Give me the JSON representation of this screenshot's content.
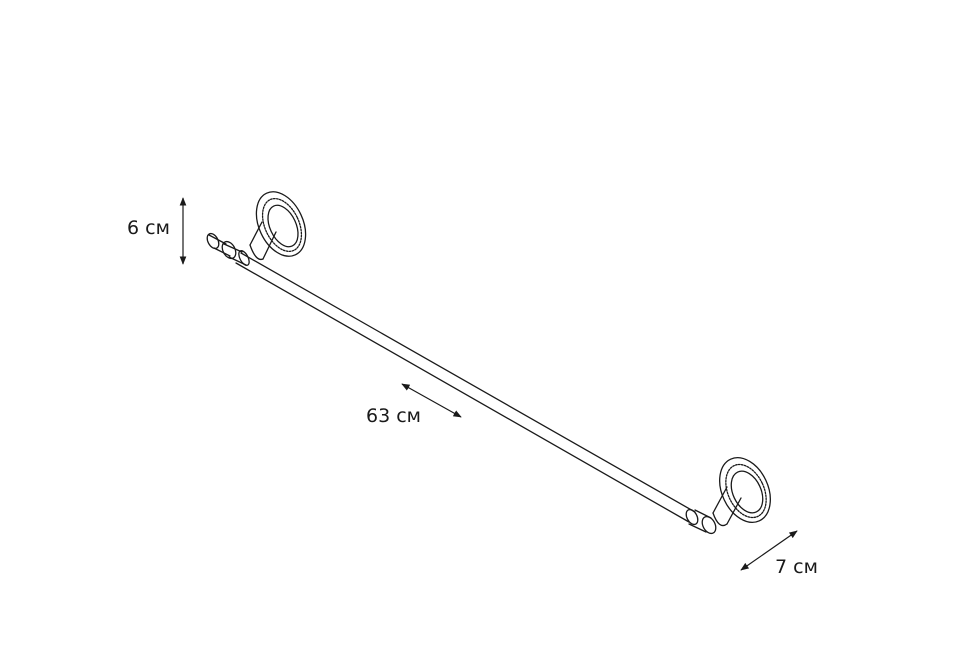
{
  "colors": {
    "line": "#1a1a1a",
    "background": "#ffffff"
  },
  "dimensions": {
    "height_label": "6 см",
    "length_label": "63 см",
    "depth_label": "7 см"
  }
}
